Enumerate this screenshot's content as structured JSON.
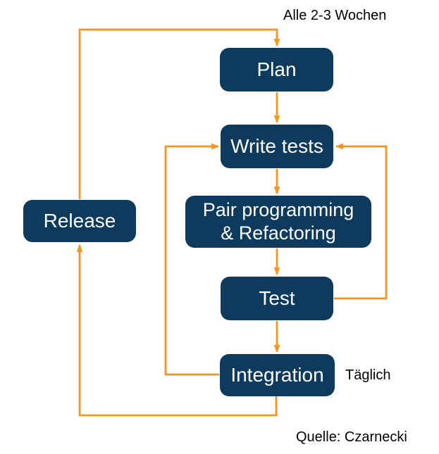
{
  "colors": {
    "node_fill": "#0e3a5e",
    "node_text": "#ffffff",
    "arrow": "#f7941d",
    "label_text": "#000000",
    "background": "#ffffff"
  },
  "nodes": {
    "plan": {
      "label": "Plan"
    },
    "write_tests": {
      "label": "Write tests"
    },
    "pair": {
      "label_line1": "Pair programming",
      "label_line2": "& Refactoring"
    },
    "test": {
      "label": "Test"
    },
    "integration": {
      "label": "Integration"
    },
    "release": {
      "label": "Release"
    }
  },
  "annotations": {
    "cycle_label": "Alle 2-3 Wochen",
    "daily_label": "Täglich",
    "source_label": "Quelle: Czarnecki"
  },
  "edges": [
    {
      "from": "plan",
      "to": "write_tests"
    },
    {
      "from": "write_tests",
      "to": "pair"
    },
    {
      "from": "pair",
      "to": "test"
    },
    {
      "from": "test",
      "to": "integration"
    },
    {
      "from": "test",
      "to": "write_tests"
    },
    {
      "from": "integration",
      "to": "write_tests"
    },
    {
      "from": "integration",
      "to": "release"
    },
    {
      "from": "release",
      "to": "plan"
    }
  ]
}
